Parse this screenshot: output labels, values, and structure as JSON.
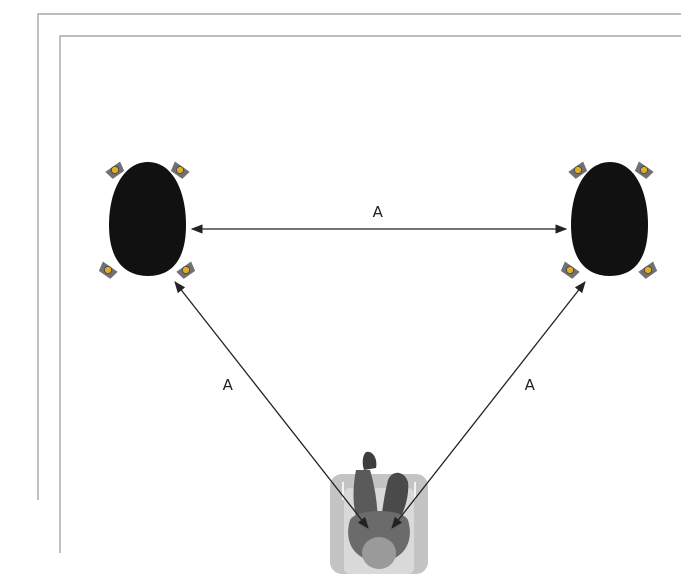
{
  "diagram": {
    "distance_labels": {
      "top": "A",
      "left": "A",
      "right": "A"
    },
    "colors": {
      "speaker_body": "#111111",
      "spike_plate": "#6f7175",
      "spike_foot": "#e0b022",
      "wall_line": "#999999",
      "arrow": "#222222",
      "chair": "#c4c4c4",
      "listener": "#4d4d4d"
    },
    "elements": [
      "left-speaker",
      "right-speaker",
      "listener",
      "room-walls"
    ]
  }
}
